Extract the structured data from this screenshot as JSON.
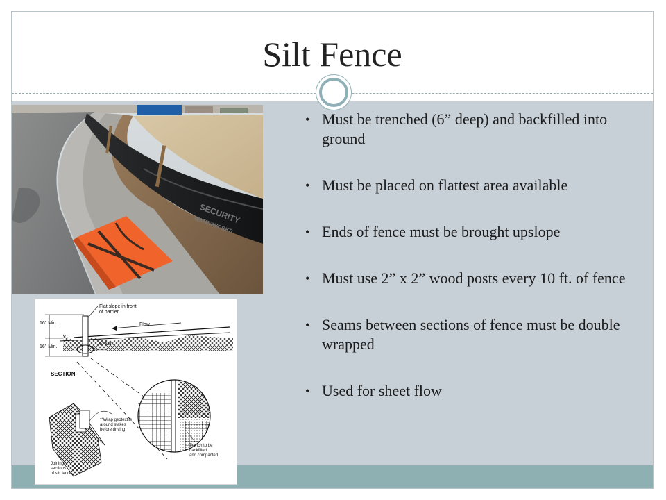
{
  "slide": {
    "title": "Silt Fence"
  },
  "bullets": [
    {
      "text": "Must be trenched (6” deep) and backfilled into ground"
    },
    {
      "text": "Must be placed on flattest area available"
    },
    {
      "text": "Ends of fence must be brought upslope"
    },
    {
      "text": "Must use 2” x 2” wood posts every 10 ft. of fence"
    },
    {
      "text": "Seams between sections of fence must be double wrapped"
    },
    {
      "text": "Used for sheet flow"
    }
  ],
  "bullet_glyph": "•",
  "photo": {
    "fence_print": "SECURITY",
    "fence_print_2": "WATERWORKS"
  },
  "diagram": {
    "flat_slope": "Flat slope in front",
    "flat_slope_2": "of barrier",
    "flow": "Flow",
    "min_16_top": "16\" Min.",
    "min_16_bottom": "16\" Min.",
    "min_6": "6\" Min.",
    "section": "SECTION",
    "wrap_1": "**Wrap geotextile",
    "wrap_2": "around stakes",
    "wrap_3": "before driving",
    "joining_1": "Joining",
    "joining_2": "sections",
    "joining_3": "of silt fence",
    "trench_1": "Trench to be",
    "trench_2": "backfilled",
    "trench_3": "and compacted"
  },
  "colors": {
    "content_bg": "#c7cfd7",
    "footer_band": "#8eb0b2",
    "accent_circle": "#8fb0b6",
    "title_text": "#222222"
  }
}
